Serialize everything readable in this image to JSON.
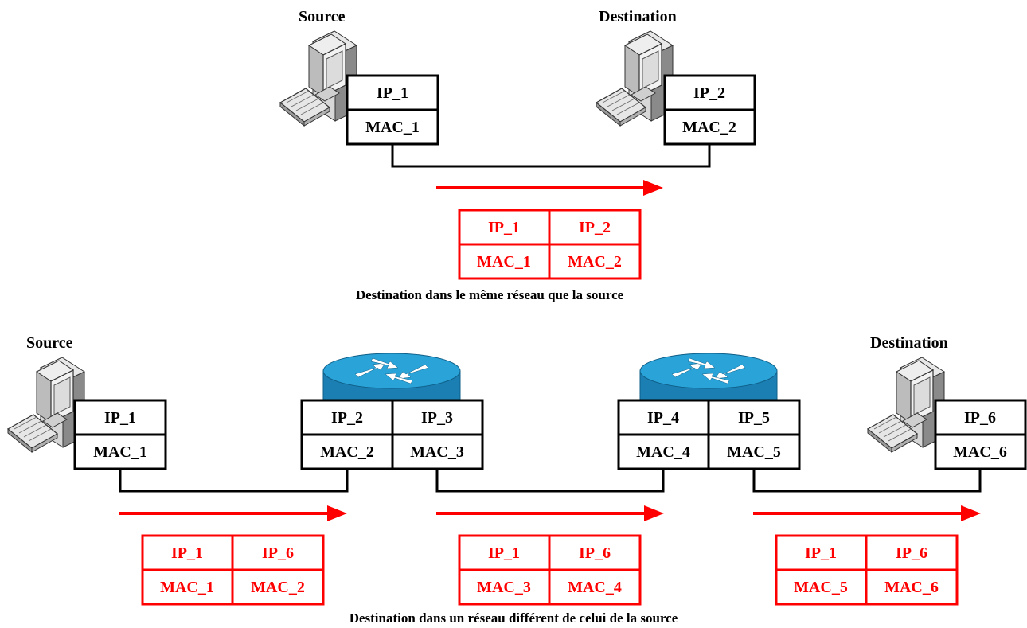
{
  "colors": {
    "packet": "#ff0000",
    "device": "#000000",
    "router_top": "#2aa3d8",
    "router_side": "#1b7fb3"
  },
  "top": {
    "source_label": "Source",
    "destination_label": "Destination",
    "source": {
      "ip": "IP_1",
      "mac": "MAC_1"
    },
    "destination": {
      "ip": "IP_2",
      "mac": "MAC_2"
    },
    "packet": {
      "src_ip": "IP_1",
      "dst_ip": "IP_2",
      "src_mac": "MAC_1",
      "dst_mac": "MAC_2"
    },
    "caption": "Destination dans le même réseau que la source"
  },
  "bottom": {
    "source_label": "Source",
    "destination_label": "Destination",
    "source": {
      "ip": "IP_1",
      "mac": "MAC_1"
    },
    "router1": {
      "ip_left": "IP_2",
      "ip_right": "IP_3",
      "mac_left": "MAC_2",
      "mac_right": "MAC_3"
    },
    "router2": {
      "ip_left": "IP_4",
      "ip_right": "IP_5",
      "mac_left": "MAC_4",
      "mac_right": "MAC_5"
    },
    "destination": {
      "ip": "IP_6",
      "mac": "MAC_6"
    },
    "packets": [
      {
        "src_ip": "IP_1",
        "dst_ip": "IP_6",
        "src_mac": "MAC_1",
        "dst_mac": "MAC_2"
      },
      {
        "src_ip": "IP_1",
        "dst_ip": "IP_6",
        "src_mac": "MAC_3",
        "dst_mac": "MAC_4"
      },
      {
        "src_ip": "IP_1",
        "dst_ip": "IP_6",
        "src_mac": "MAC_5",
        "dst_mac": "MAC_6"
      }
    ],
    "caption": "Destination dans un réseau différent de celui de la source"
  },
  "icons": [
    "computer-icon",
    "router-icon"
  ]
}
